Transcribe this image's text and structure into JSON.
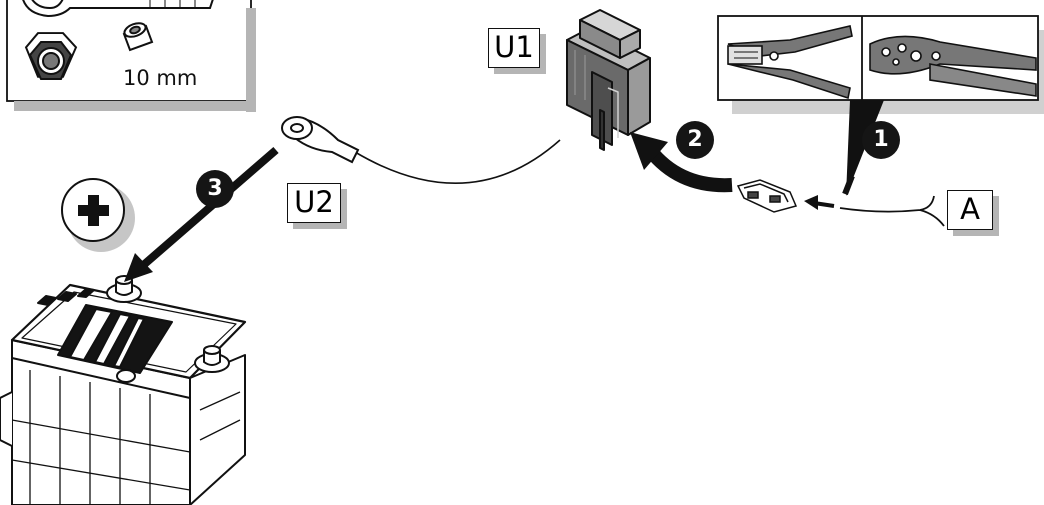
{
  "labels": {
    "u1": "U1",
    "u2": "U2",
    "a": "A"
  },
  "steps": [
    "1",
    "2",
    "3"
  ],
  "tools": {
    "nut_size": "10 mm"
  },
  "icons": {
    "polarity": "plus-icon",
    "battery": "battery-icon",
    "fuse_holder": "fuse-holder-icon",
    "ring_terminal": "ring-terminal-icon",
    "crimp_tools": "crimping-pliers-icon",
    "wrench": "wrench-icon",
    "nut": "nut-icon",
    "spacer": "spacer-icon"
  }
}
